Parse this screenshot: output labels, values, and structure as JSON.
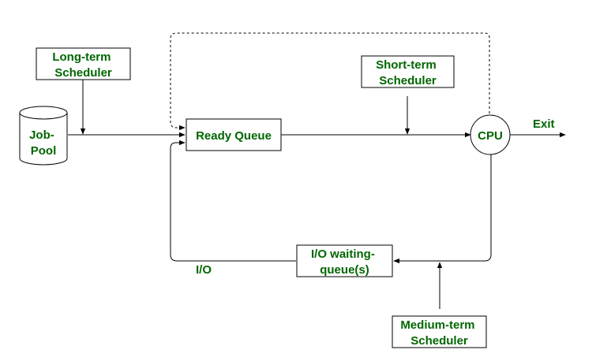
{
  "colors": {
    "label": "#006600",
    "stroke": "#000000",
    "background": "#ffffff"
  },
  "nodes": {
    "long_term": {
      "lines": [
        "Long-term",
        "Scheduler"
      ]
    },
    "job_pool": {
      "lines": [
        "Job-",
        "Pool"
      ]
    },
    "ready_queue": {
      "label": "Ready Queue"
    },
    "short_term": {
      "lines": [
        "Short-term",
        "Scheduler"
      ]
    },
    "cpu": {
      "label": "CPU"
    },
    "exit": {
      "label": "Exit"
    },
    "io_waiting": {
      "lines": [
        "I/O waiting-",
        "queue(s)"
      ]
    },
    "io": {
      "label": "I/O"
    },
    "medium_term": {
      "lines": [
        "Medium-term",
        "Scheduler"
      ]
    }
  }
}
